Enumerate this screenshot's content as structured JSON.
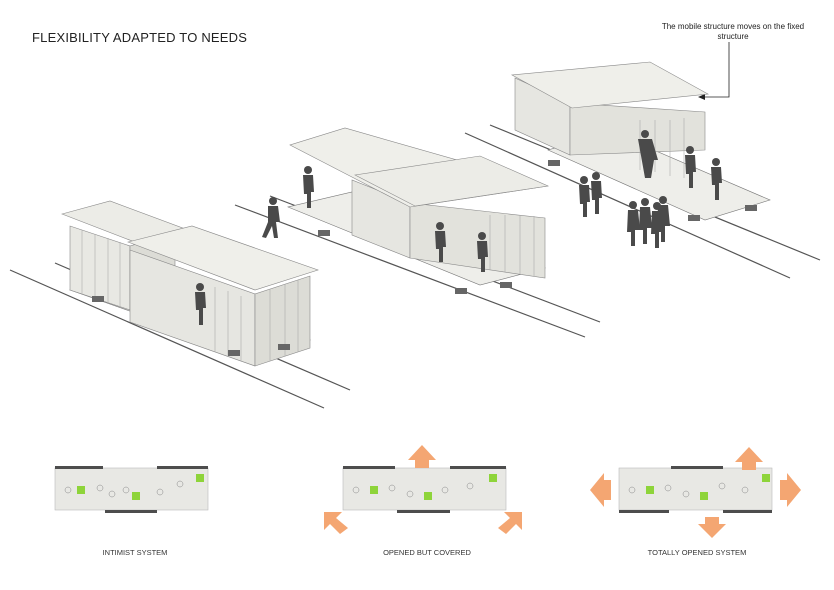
{
  "title": "FLEXIBILITY ADAPTED TO NEEDS",
  "annotation": "The mobile structure moves on the fixed structure",
  "captions": {
    "intimist": "INTIMIST SYSTEM",
    "opened_covered": "OPENED BUT COVERED",
    "totally_opened": "TOTALLY OPENED SYSTEM"
  },
  "colors": {
    "panel": "#e9e9e4",
    "roof": "#efefea",
    "figure": "#4a4a4a",
    "arrow": "#f4a672",
    "plant": "#8ed43a",
    "wall": "#4d4d4d"
  }
}
